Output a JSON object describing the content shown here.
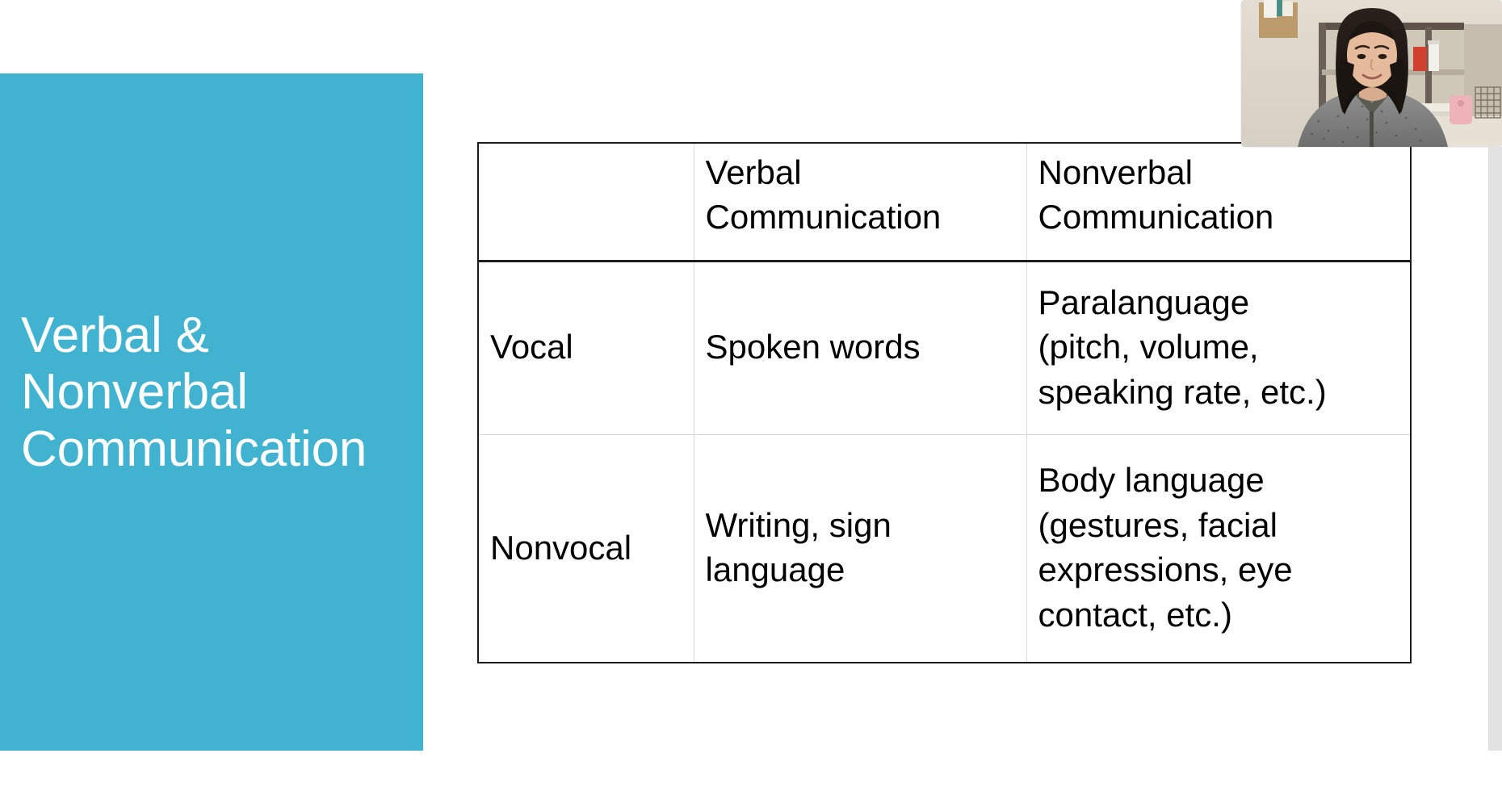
{
  "slide": {
    "title": "Verbal &\nNonverbal\nCommunication",
    "accent_color": "#41b3d0",
    "background_color": "#ffffff"
  },
  "table": {
    "columns": [
      "",
      "Verbal Communication",
      "Nonverbal Communication"
    ],
    "headers": {
      "corner": "",
      "verbal": "Verbal\nCommunication",
      "nonverbal": "Nonverbal\nCommunication"
    },
    "rows": [
      {
        "label": "Vocal",
        "verbal": "Spoken words",
        "nonverbal": "Paralanguage\n(pitch, volume,\nspeaking rate, etc.)"
      },
      {
        "label": "Nonvocal",
        "verbal": "Writing, sign\nlanguage",
        "nonverbal": "Body language\n(gestures, facial\nexpressions, eye\ncontact, etc.)"
      }
    ],
    "border_color_outer": "#1c1c1c",
    "border_color_inner": "#d9d9d9"
  },
  "webcam": {
    "label": "presenter-webcam-feed",
    "description": "Presenter on camera in an office with shelving behind",
    "position": "top-right"
  },
  "right_band": {
    "label": "scrollbar-track",
    "color": "#e2e2e2"
  }
}
